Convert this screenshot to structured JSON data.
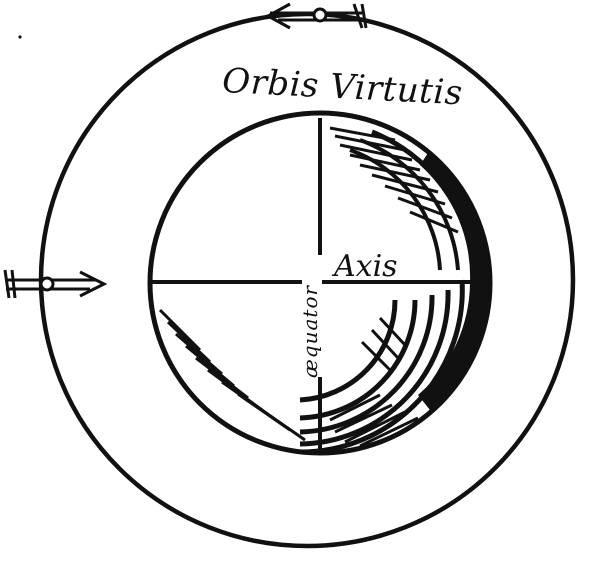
{
  "diagram": {
    "labels": {
      "orbis": "Orbis Virtutis",
      "axis": "Axis",
      "aequator": "æquator"
    },
    "colors": {
      "ink": "#111111",
      "paper": "#ffffff"
    },
    "icons": {
      "top_pointer": "arrow-left-icon",
      "left_pointer": "arrow-right-icon"
    }
  }
}
